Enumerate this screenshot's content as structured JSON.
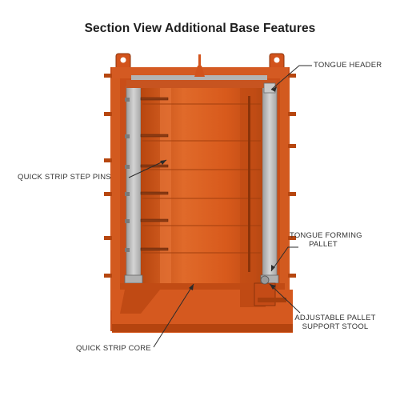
{
  "title": "Section View Additional Base Features",
  "callouts": {
    "tongue_header": "TONGUE HEADER",
    "quick_strip_step_pins": "QUICK STRIP STEP PINS",
    "tongue_forming_pallet_line1": "TONGUE FORMING",
    "tongue_forming_pallet_line2": "PALLET",
    "adjustable_pallet_line1": "ADJUSTABLE PALLET",
    "adjustable_pallet_line2": "SUPPORT STOOL",
    "quick_strip_core": "QUICK STRIP CORE"
  },
  "colors": {
    "orange": "#d2531c",
    "orange_dark": "#a9400f",
    "orange_light": "#e0712f",
    "gray_wall": "#b9b9b9",
    "text": "#333333"
  }
}
